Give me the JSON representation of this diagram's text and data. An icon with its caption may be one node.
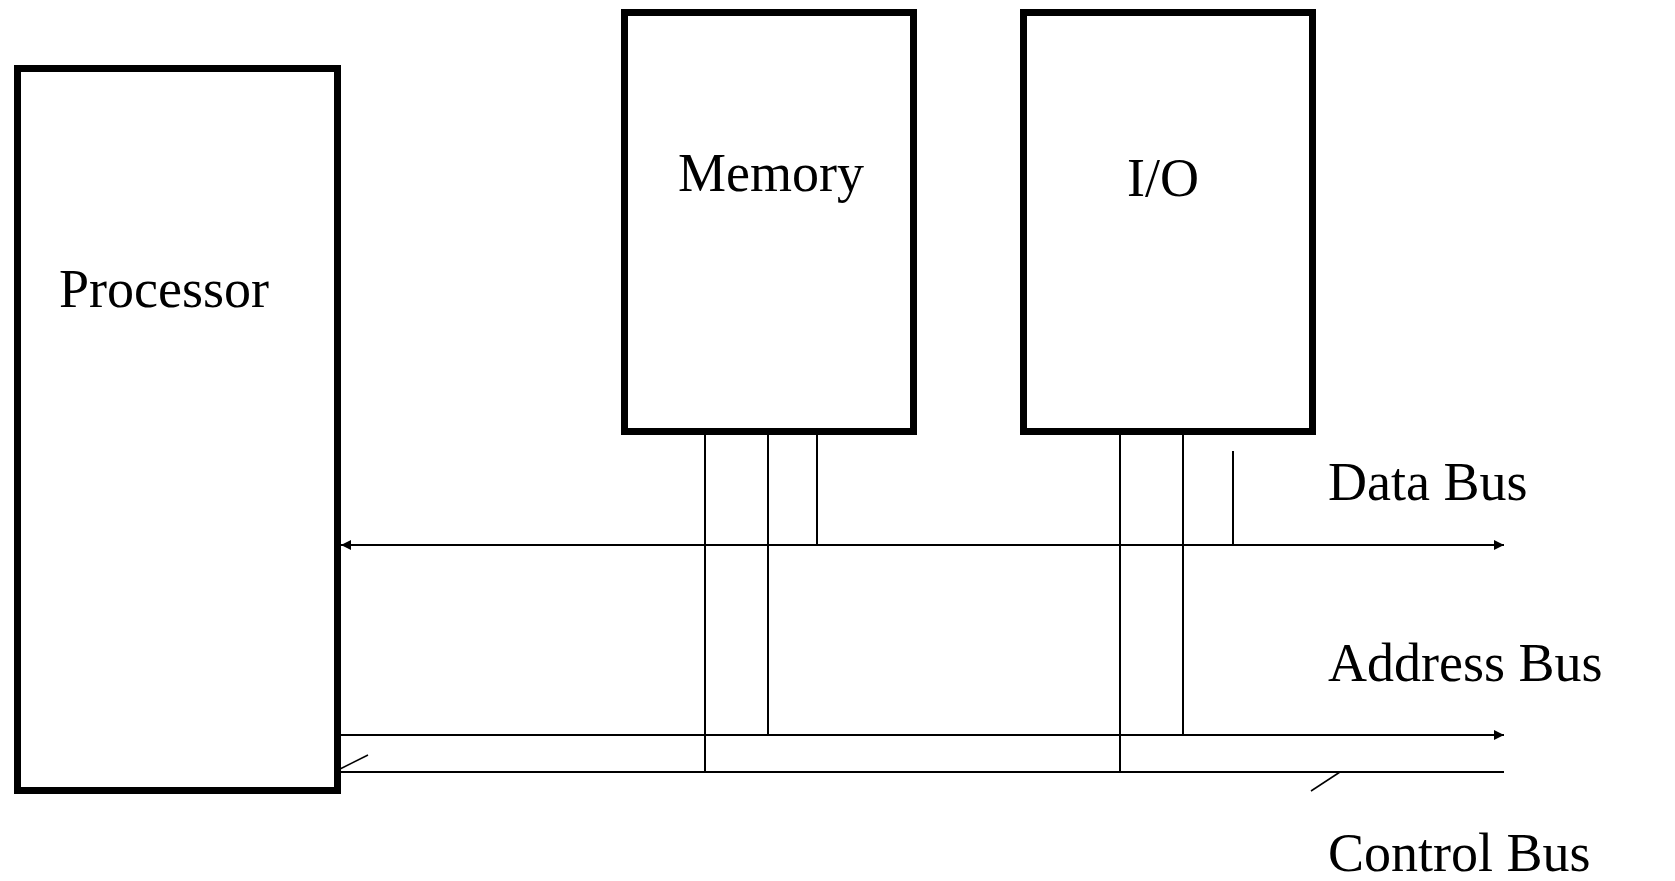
{
  "diagram": {
    "nodes": [
      {
        "text": [
          "Processor"
        ]
      },
      {
        "text": [
          "Memory"
        ]
      },
      {
        "text": [
          "I/O"
        ]
      }
    ],
    "edges": [
      {
        "from": 0,
        "to": null,
        "arrow": "both",
        "label": "Data Bus"
      },
      {
        "from": 0,
        "to": null,
        "arrow": "to",
        "label": "Address Bus"
      },
      {
        "from": 0,
        "to": null,
        "arrow": "none",
        "label": "Control Bus"
      },
      {
        "from": 1,
        "to": null,
        "arrow": "none"
      },
      {
        "from": 1,
        "to": null,
        "arrow": "none"
      },
      {
        "from": 1,
        "to": null,
        "arrow": "none"
      },
      {
        "from": 2,
        "to": null,
        "arrow": "none"
      },
      {
        "from": 2,
        "to": null,
        "arrow": "none"
      },
      {
        "from": 2,
        "to": null,
        "arrow": "none"
      }
    ]
  }
}
